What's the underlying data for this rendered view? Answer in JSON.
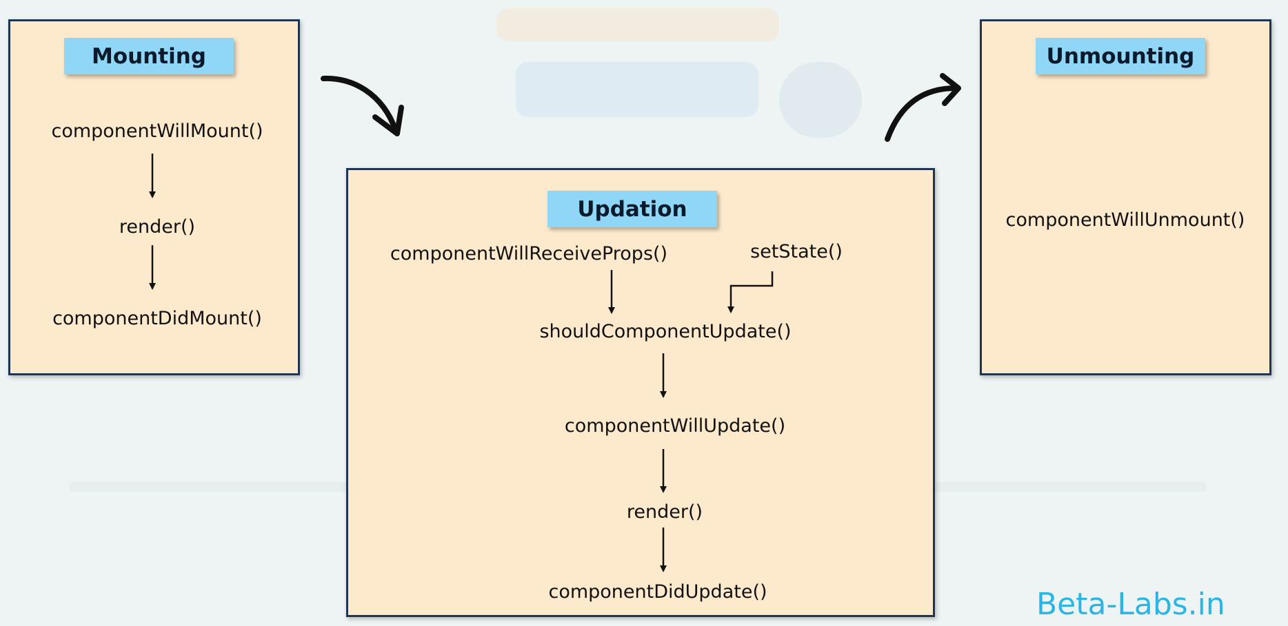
{
  "mounting": {
    "title": "Mounting",
    "steps": [
      "componentWillMount()",
      "render()",
      "componentDidMount()"
    ]
  },
  "updation": {
    "title": "Updation",
    "props_step": "componentWillReceiveProps()",
    "state_step": "setState()",
    "steps": [
      "shouldComponentUpdate()",
      "componentWillUpdate()",
      "render()",
      "componentDidUpdate()"
    ]
  },
  "unmounting": {
    "title": "Unmounting",
    "steps": [
      "componentWillUnmount()"
    ]
  },
  "watermark": "Beta-Labs.in",
  "colors": {
    "panel_fill": "#fde9cc",
    "panel_border": "#1d3550",
    "title_badge": "#8fd6f7",
    "watermark": "#29b6e6",
    "arrow": "#111111"
  }
}
